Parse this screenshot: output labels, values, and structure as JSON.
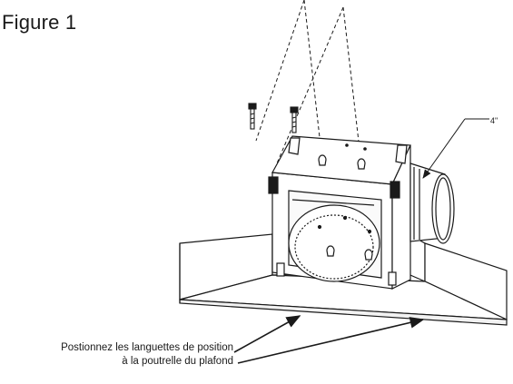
{
  "figure": {
    "title": "Figure 1",
    "dimension_label": "4\"",
    "instruction_line1": "Postionnez les languettes de position",
    "instruction_line2": "à la poutrelle du plafond"
  },
  "icons": {
    "screws": "screw-icon",
    "fan_housing": "fan-housing-icon",
    "duct_collar": "duct-collar-icon",
    "joist": "ceiling-joist-icon"
  },
  "colors": {
    "line": "#1a1a1a",
    "background": "#ffffff"
  }
}
